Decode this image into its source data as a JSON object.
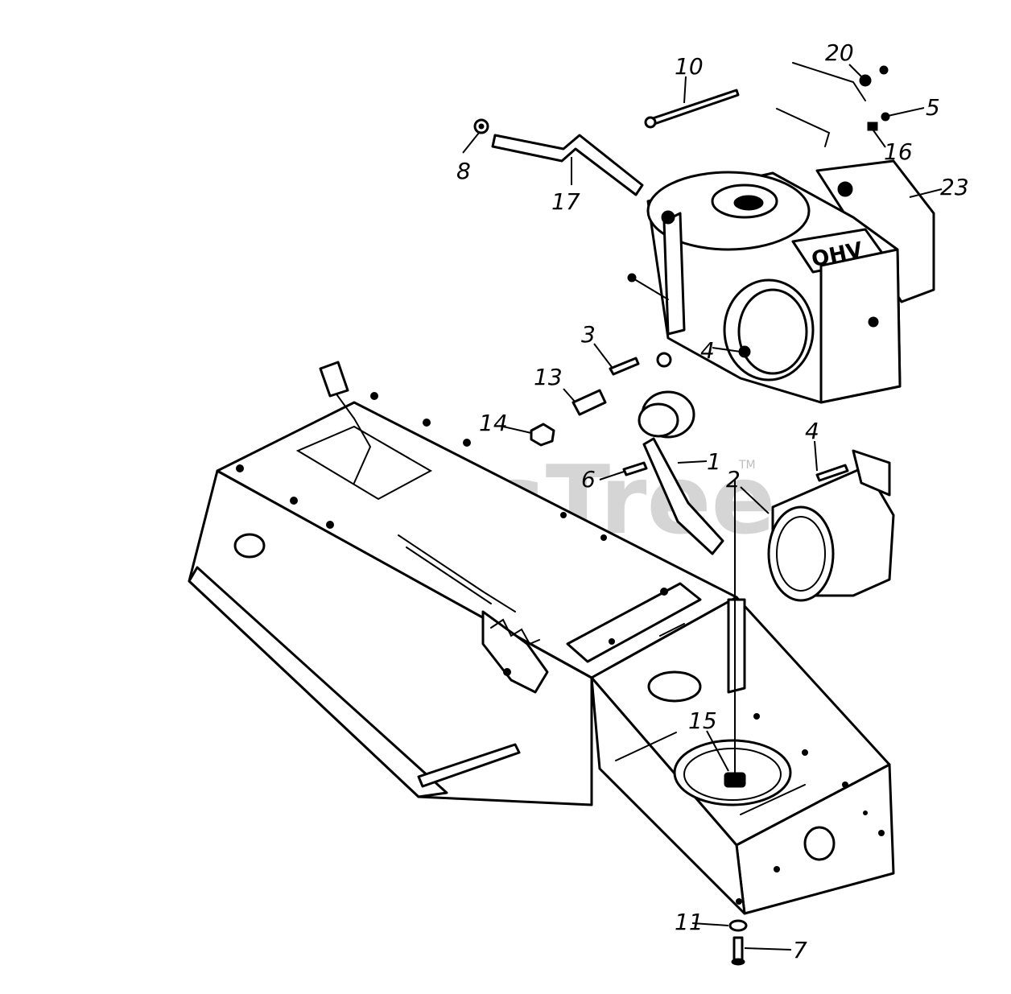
{
  "watermark": {
    "text": "PartsTree",
    "tm": "TM"
  },
  "engine_decal": "OHV",
  "callouts": [
    {
      "id": "1",
      "label": "1"
    },
    {
      "id": "2",
      "label": "2"
    },
    {
      "id": "3",
      "label": "3"
    },
    {
      "id": "4a",
      "label": "4"
    },
    {
      "id": "4b",
      "label": "4"
    },
    {
      "id": "5",
      "label": "5"
    },
    {
      "id": "6",
      "label": "6"
    },
    {
      "id": "7",
      "label": "7"
    },
    {
      "id": "8",
      "label": "8"
    },
    {
      "id": "10",
      "label": "10"
    },
    {
      "id": "11",
      "label": "11"
    },
    {
      "id": "13",
      "label": "13"
    },
    {
      "id": "14",
      "label": "14"
    },
    {
      "id": "15",
      "label": "15"
    },
    {
      "id": "16",
      "label": "16"
    },
    {
      "id": "17",
      "label": "17"
    },
    {
      "id": "20",
      "label": "20"
    },
    {
      "id": "23",
      "label": "23"
    }
  ]
}
